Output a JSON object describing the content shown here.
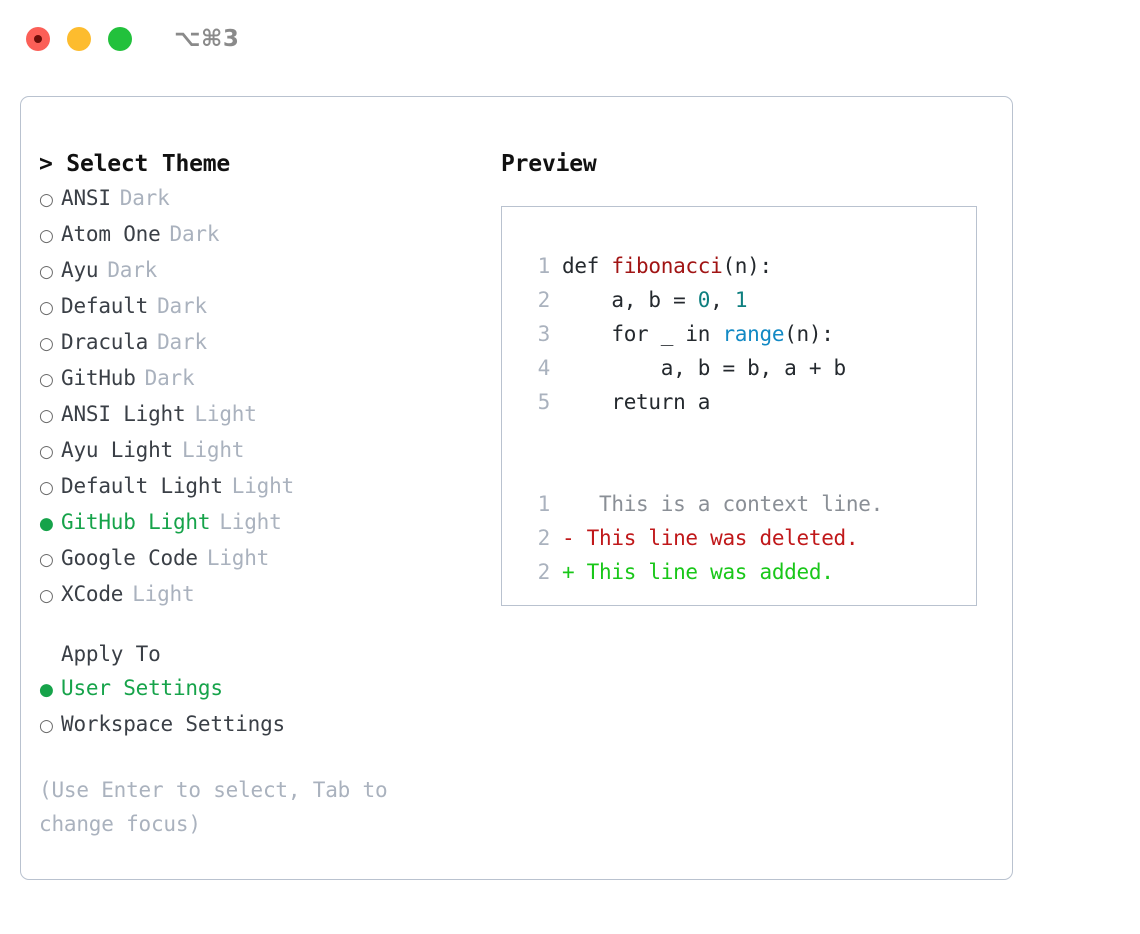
{
  "titlebar": {
    "shortcut": "⌥⌘3",
    "lights": [
      {
        "name": "close",
        "color": "#fb5f57"
      },
      {
        "name": "minimize",
        "color": "#fdbc2e"
      },
      {
        "name": "zoom",
        "color": "#22c13c"
      }
    ]
  },
  "theme_picker": {
    "heading": "> Select Theme",
    "items": [
      {
        "label": "ANSI",
        "variant": "Dark",
        "selected": false,
        "bullet": "○"
      },
      {
        "label": "Atom One",
        "variant": "Dark",
        "selected": false,
        "bullet": "○"
      },
      {
        "label": "Ayu",
        "variant": "Dark",
        "selected": false,
        "bullet": "○"
      },
      {
        "label": "Default",
        "variant": "Dark",
        "selected": false,
        "bullet": "○"
      },
      {
        "label": "Dracula",
        "variant": "Dark",
        "selected": false,
        "bullet": "○"
      },
      {
        "label": "GitHub",
        "variant": "Dark",
        "selected": false,
        "bullet": "○"
      },
      {
        "label": "ANSI Light",
        "variant": "Light",
        "selected": false,
        "bullet": "○"
      },
      {
        "label": "Ayu Light",
        "variant": "Light",
        "selected": false,
        "bullet": "○"
      },
      {
        "label": "Default Light",
        "variant": "Light",
        "selected": false,
        "bullet": "○"
      },
      {
        "label": "GitHub Light",
        "variant": "Light",
        "selected": true,
        "bullet": "●"
      },
      {
        "label": "Google Code",
        "variant": "Light",
        "selected": false,
        "bullet": "○"
      },
      {
        "label": "XCode",
        "variant": "Light",
        "selected": false,
        "bullet": "○"
      }
    ]
  },
  "apply_to": {
    "heading": "Apply To",
    "items": [
      {
        "label": "User Settings",
        "selected": true,
        "bullet": "●"
      },
      {
        "label": "Workspace Settings",
        "selected": false,
        "bullet": "○"
      }
    ]
  },
  "hint": "(Use Enter to select, Tab to change focus)",
  "preview": {
    "title": "Preview",
    "code_lines": [
      {
        "lineno": "1",
        "tokens": [
          {
            "text": "def ",
            "type": "plain"
          },
          {
            "text": "fibonacci",
            "type": "fn"
          },
          {
            "text": "(n):",
            "type": "plain"
          }
        ]
      },
      {
        "lineno": "2",
        "tokens": [
          {
            "text": "    a, b = ",
            "type": "plain"
          },
          {
            "text": "0",
            "type": "num"
          },
          {
            "text": ", ",
            "type": "plain"
          },
          {
            "text": "1",
            "type": "num"
          }
        ]
      },
      {
        "lineno": "3",
        "tokens": [
          {
            "text": "    for _ in ",
            "type": "plain"
          },
          {
            "text": "range",
            "type": "call"
          },
          {
            "text": "(n):",
            "type": "plain"
          }
        ]
      },
      {
        "lineno": "4",
        "tokens": [
          {
            "text": "        a, b = b, a + b",
            "type": "plain"
          }
        ]
      },
      {
        "lineno": "5",
        "tokens": [
          {
            "text": "    return a",
            "type": "plain"
          }
        ]
      }
    ],
    "diff_lines": [
      {
        "lineno": "1",
        "marker": " ",
        "text": "  This is a context line.",
        "type": "ctx"
      },
      {
        "lineno": "2",
        "marker": "-",
        "text": " This line was deleted.",
        "type": "del"
      },
      {
        "lineno": "2",
        "marker": "+",
        "text": " This line was added.",
        "type": "add"
      }
    ]
  },
  "colors": {
    "accent_green": "#16a34a",
    "added_green": "#19c719",
    "deleted_red": "#c0181a",
    "function_red": "#a11414",
    "call_blue": "#1289c4",
    "number_teal": "#0e7f7f",
    "muted_gray": "#aab2be",
    "border": "#b9c2cf"
  }
}
